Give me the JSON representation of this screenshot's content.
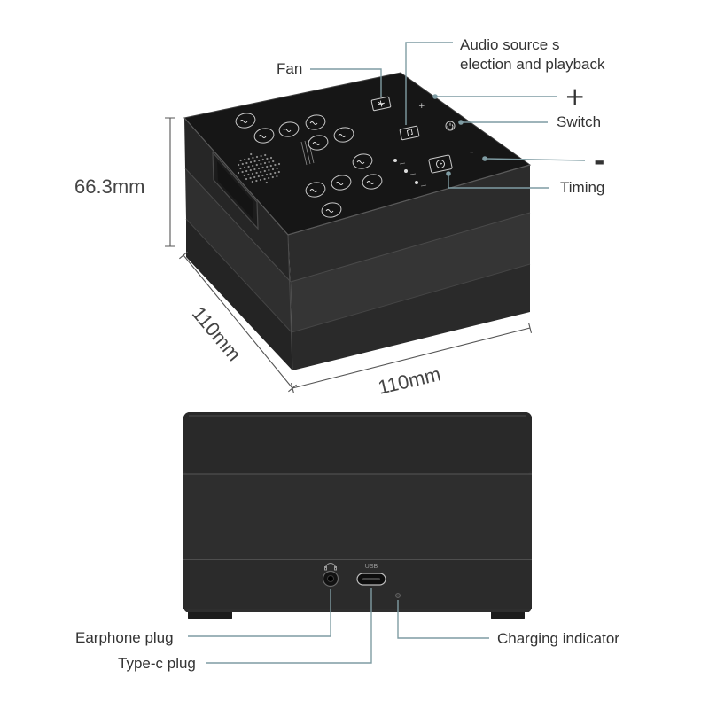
{
  "top_view": {
    "dimensions": {
      "height": "66.3mm",
      "depth": "110mm",
      "width": "110mm"
    },
    "callouts": {
      "fan": "Fan",
      "audio_source_line1": "Audio source s",
      "audio_source_line2": "election and playback",
      "plus": "+",
      "switch": "Switch",
      "minus": "-",
      "timing": "Timing"
    },
    "panel_marks": {
      "plus": "+",
      "minus": "–"
    }
  },
  "front_view": {
    "port_label": "USB",
    "callouts": {
      "earphone_plug": "Earphone plug",
      "type_c_plug": "Type-c plug",
      "charging_indicator": "Charging indicator"
    }
  },
  "colors": {
    "background": "#ffffff",
    "callout_line": "#7f9ca3",
    "device_body": "#2c2c2c",
    "label_text": "#333333"
  },
  "icons": {
    "fan_button": "fan-icon",
    "audio_button": "music-note-icon",
    "switch_button": "power-icon",
    "timing_button": "clock-icon",
    "earphone_port": "headphone-icon"
  }
}
